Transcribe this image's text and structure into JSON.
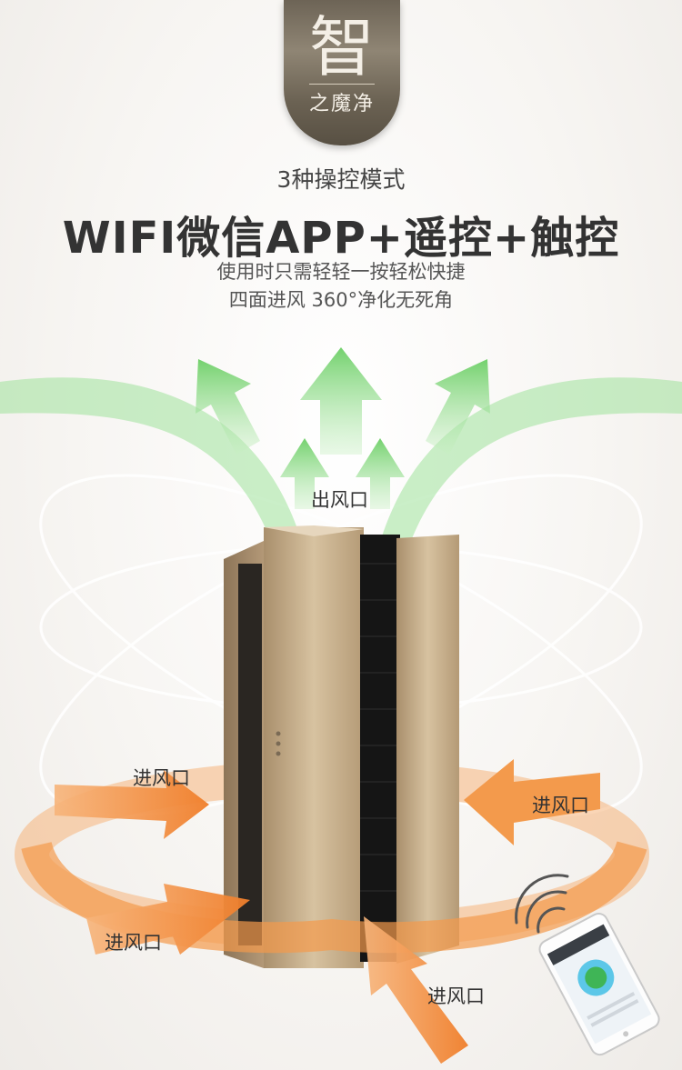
{
  "badge": {
    "char": "智",
    "sub": "之魔净"
  },
  "header": {
    "modes": "3种操控模式",
    "title": "WIFI微信APP+遥控+触控",
    "line1": "使用时只需轻轻一按轻松快捷",
    "line2": "四面进风 360°净化无死角"
  },
  "labels": {
    "outlet": "出风口",
    "inlet_left_top": "进风口",
    "inlet_right": "进风口",
    "inlet_left_bottom": "进风口",
    "inlet_bottom": "进风口"
  },
  "colors": {
    "outlet_arrow": "#8fd98a",
    "inlet_arrow": "#f39a4c",
    "device_gold": "#c9b08a"
  }
}
